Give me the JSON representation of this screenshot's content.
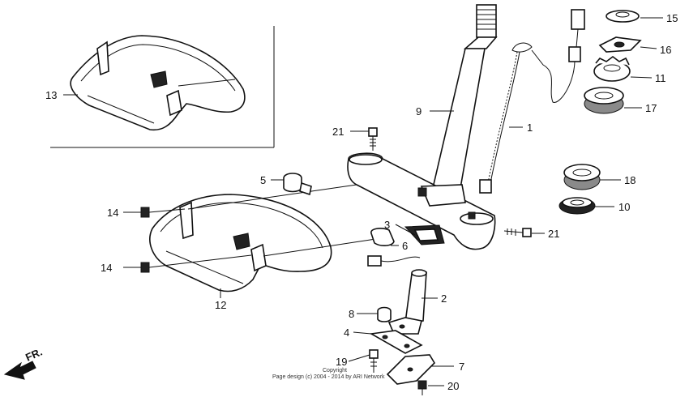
{
  "callouts": {
    "p1": "1",
    "p2": "2",
    "p3": "3",
    "p4": "4",
    "p5": "5",
    "p6": "6",
    "p7": "7",
    "p8": "8",
    "p9": "9",
    "p10": "10",
    "p11": "11",
    "p12": "12",
    "p13": "13",
    "p14a": "14",
    "p14b": "14",
    "p15": "15",
    "p16": "16",
    "p17": "17",
    "p18": "18",
    "p19": "19",
    "p20": "20",
    "p21a": "21",
    "p21b": "21"
  },
  "direction_label": "FR.",
  "copyright": {
    "line1": "Copyright",
    "line2": "Page design (c) 2004 - 2014 by ARI Network"
  }
}
